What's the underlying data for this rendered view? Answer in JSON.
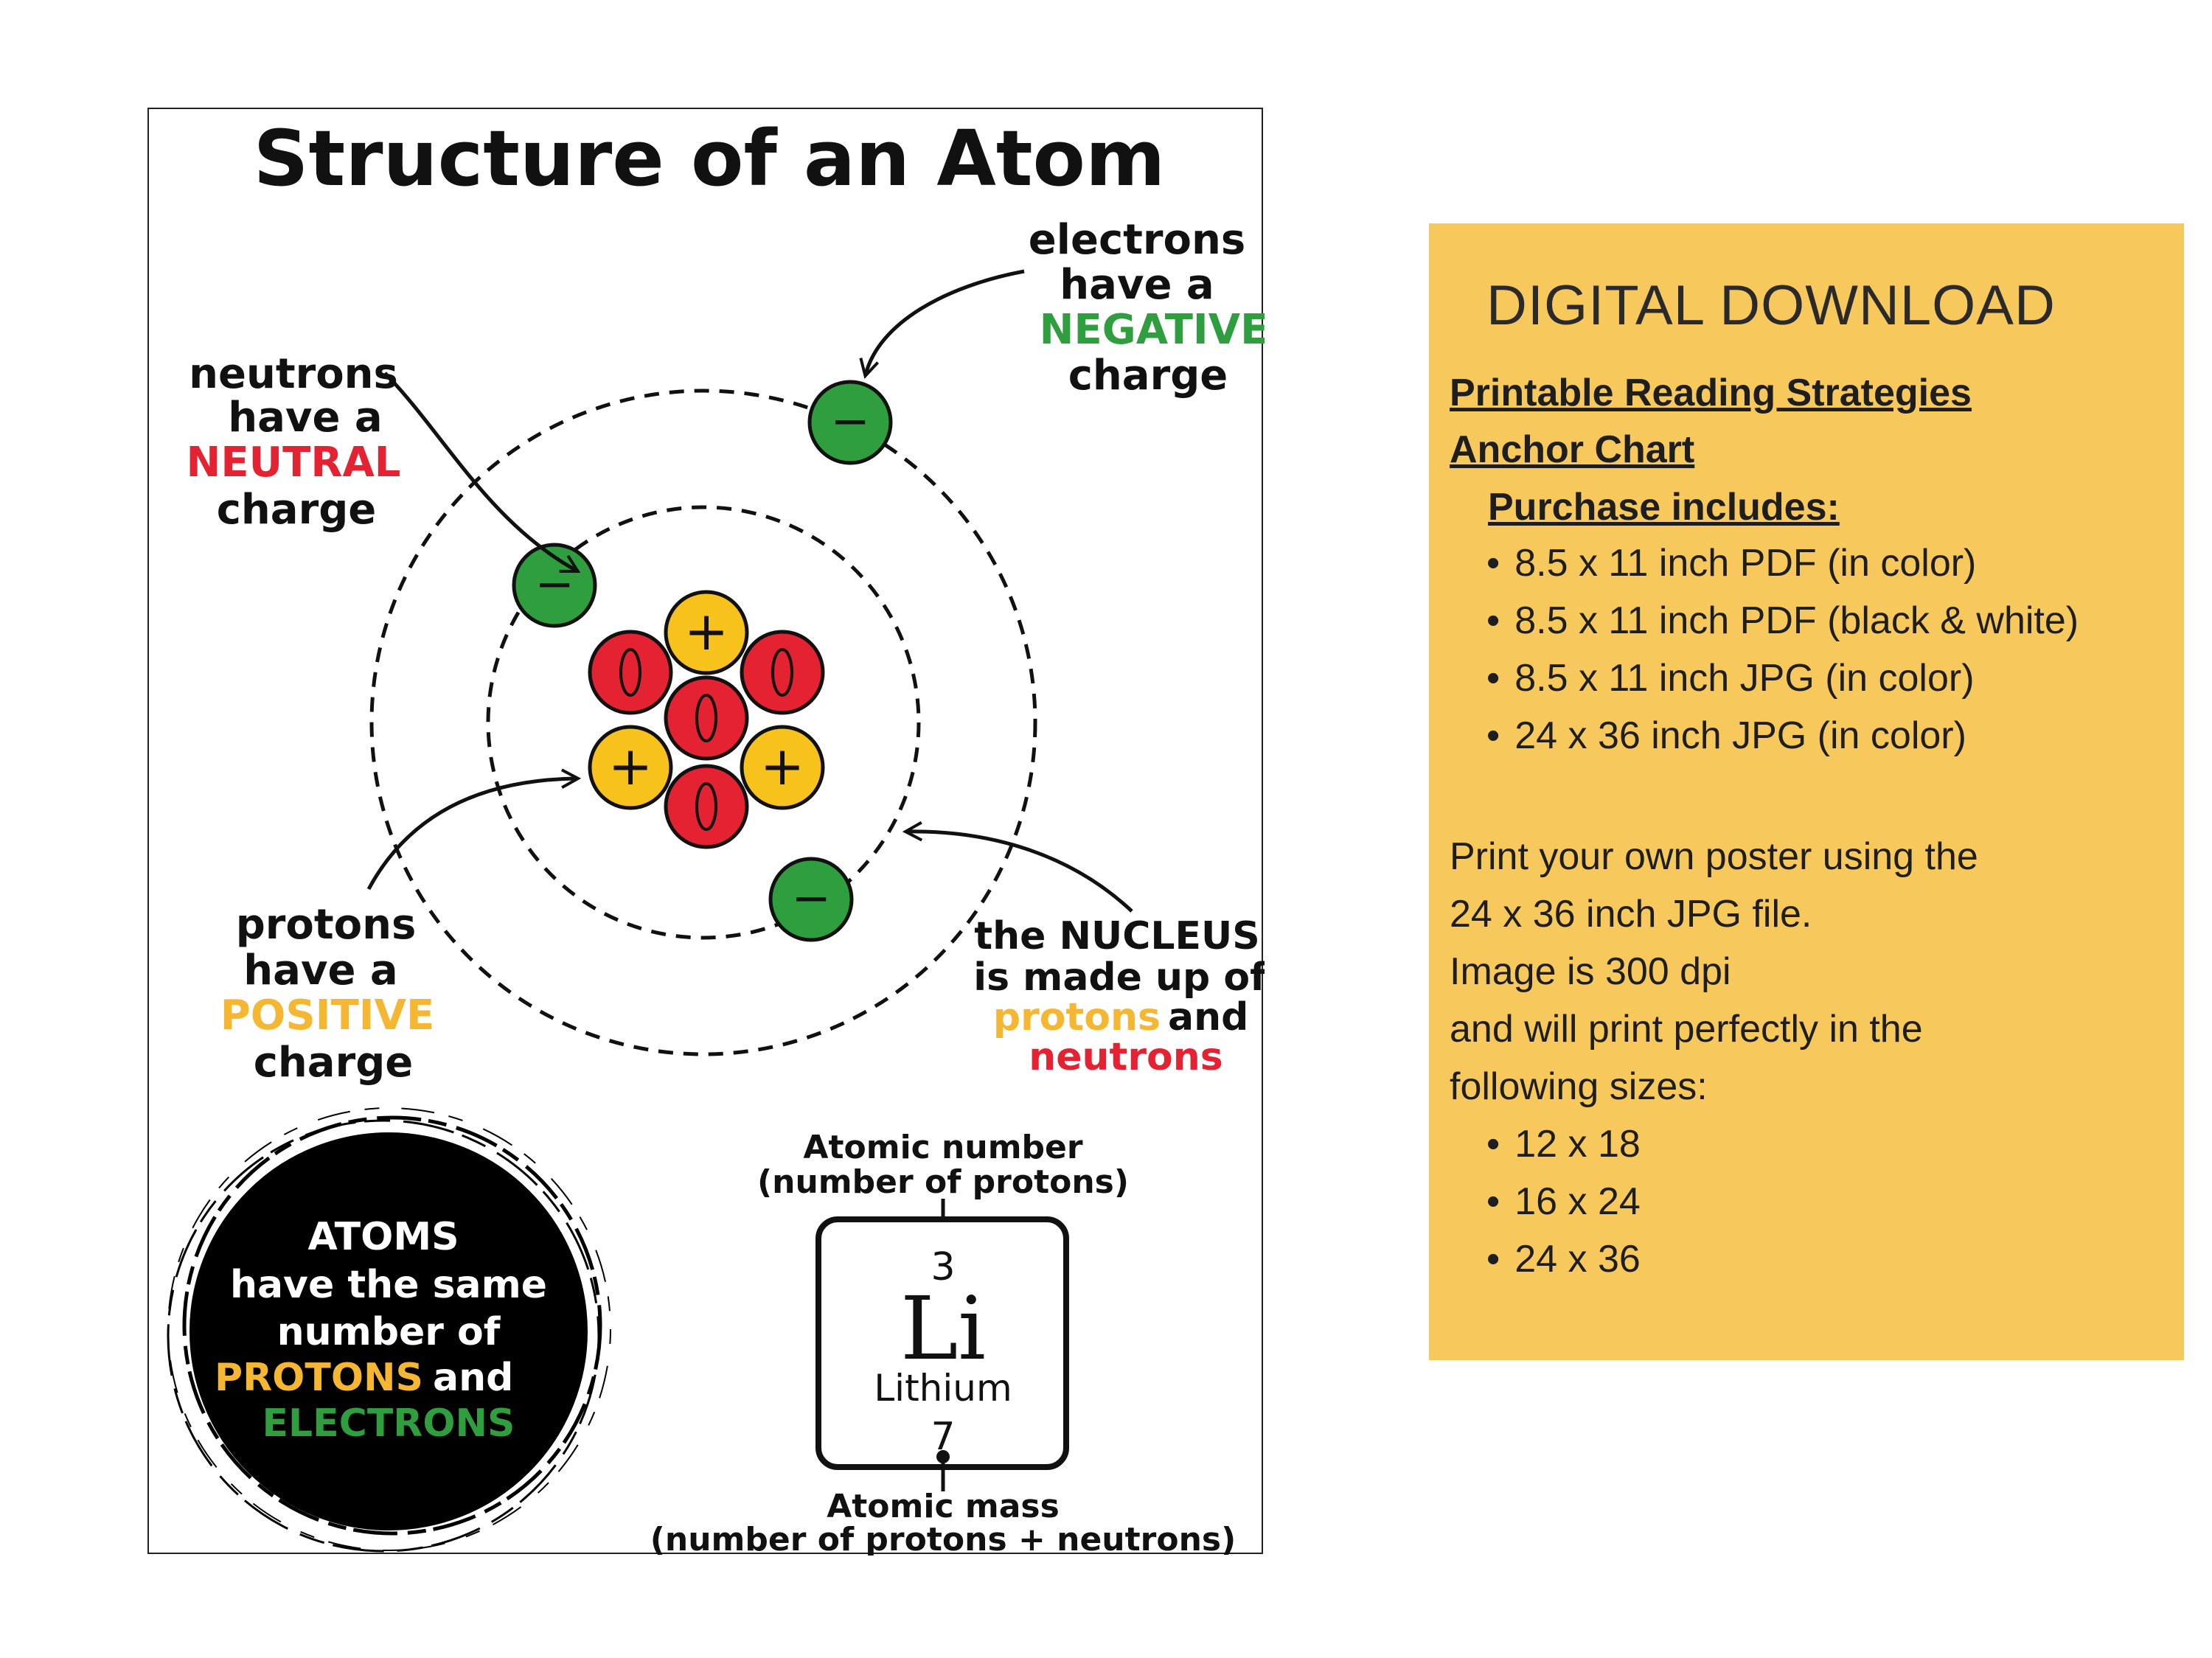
{
  "poster": {
    "title": "Structure of an Atom",
    "electrons_label": {
      "line1": "electrons",
      "line2": "have a",
      "charge_word": "NEGATIVE",
      "line4": "charge"
    },
    "neutrons_label": {
      "line1": "neutrons",
      "line2": "have a",
      "charge_word": "NEUTRAL",
      "line4": "charge"
    },
    "protons_label": {
      "line1": "protons",
      "line2": "have a",
      "charge_word": "POSITIVE",
      "line4": "charge"
    },
    "nucleus_label": {
      "line1": "the NUCLEUS",
      "line2": "is made up of",
      "word_protons": "protons",
      "word_and": "and",
      "word_neutrons": "neutrons"
    },
    "electron_symbol": "−",
    "proton_symbol": "+",
    "neutron_symbol": "0",
    "atoms_badge": {
      "line1": "ATOMS",
      "line2": "have the same",
      "line3": "number of",
      "word_protons": "PROTONS",
      "word_and": "and",
      "word_electrons": "ELECTRONS"
    },
    "element": {
      "atomic_number_label": "Atomic number",
      "atomic_number_note": "(number of protons)",
      "atomic_number": "3",
      "symbol": "Li",
      "name": "Lithium",
      "atomic_mass": "7",
      "atomic_mass_label": "Atomic mass",
      "atomic_mass_note": "(number of protons + neutrons)"
    },
    "colors": {
      "negative": "#2e9e3e",
      "neutral": "#e52232",
      "positive": "#f5b731",
      "electron_fill": "#2e9e3e",
      "neutron_fill": "#e52232",
      "proton_fill": "#f7c21c"
    }
  },
  "panel": {
    "heading": "DIGITAL DOWNLOAD",
    "product_line1": "Printable Reading Strategies",
    "product_line2": "Anchor Chart",
    "includes_label": "Purchase includes:",
    "includes": [
      "8.5 x 11 inch PDF (in color)",
      "8.5 x 11 inch PDF (black & white)",
      "8.5 x 11 inch JPG (in color)",
      "24 x 36 inch JPG (in color)"
    ],
    "print_text": [
      "Print your own poster using the",
      "24 x 36 inch JPG file.",
      "Image is 300 dpi",
      "and will print perfectly in the",
      "following sizes:"
    ],
    "sizes": [
      "12 x 18",
      "16 x 24",
      "24 x 36"
    ],
    "background_color": "#f7c85c"
  }
}
